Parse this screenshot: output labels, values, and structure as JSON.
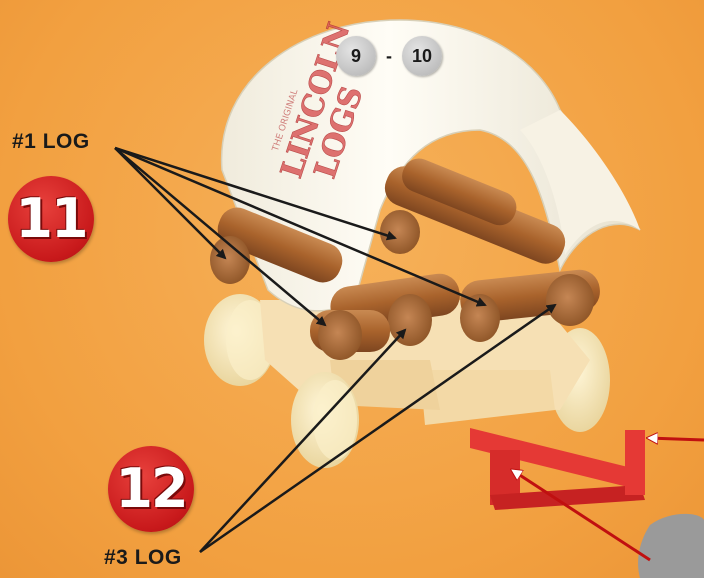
{
  "step_badges": {
    "step_11": "11",
    "step_12": "12"
  },
  "reference": {
    "from": "9",
    "separator": "-",
    "to": "10"
  },
  "callouts": {
    "log1": "#1 LOG",
    "log3": "#3 LOG"
  },
  "canopy_logo": {
    "top_line": "THE ORIGINAL",
    "brand": "LINCOLN LOGS"
  },
  "colors": {
    "background": "#f2a040",
    "step_badge": "#d0201f",
    "log": "#b06a32",
    "wheel": "#f8e7b5",
    "hitch": "#e02c2a",
    "canopy": "#fbf8ef"
  }
}
